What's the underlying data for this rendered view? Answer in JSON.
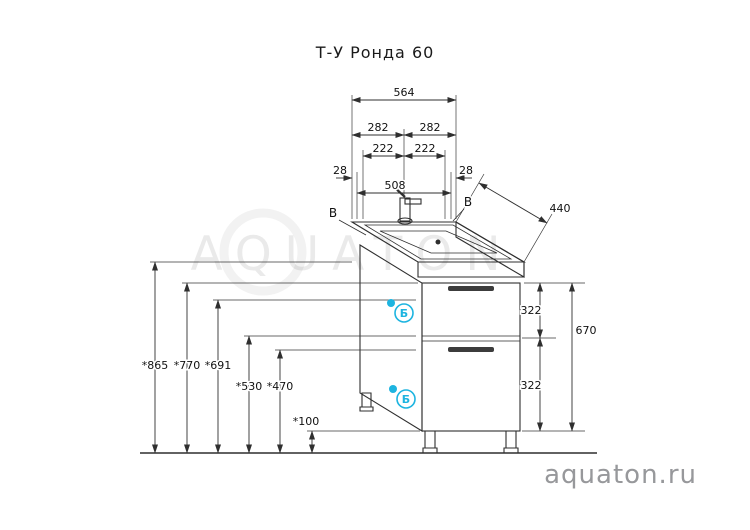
{
  "title": "Т-У Ронда 60",
  "watermark": "AQUATON",
  "brand_url": "aquaton.ru",
  "colors": {
    "accent": "#1db4e0",
    "line": "#2f2f2f",
    "muted_text": "#97989b"
  },
  "callouts": {
    "sink_left": "В",
    "sink_right": "В",
    "marker_top": "Б",
    "marker_bottom": "Б"
  },
  "dims": {
    "total_width": "564",
    "half_left": "282",
    "half_right": "282",
    "inner_left": "222",
    "inner_right": "222",
    "edge_left": "28",
    "basin_width": "508",
    "edge_right": "28",
    "depth": "440",
    "drawer_top": "322",
    "cabinet_height": "670",
    "drawer_bottom": "322",
    "h_sink": "*865",
    "h_cabinet_top": "*770",
    "h_handle_top": "*691",
    "h_divider": "*530",
    "h_handle_bottom": "*470",
    "h_plinth": "*100"
  }
}
